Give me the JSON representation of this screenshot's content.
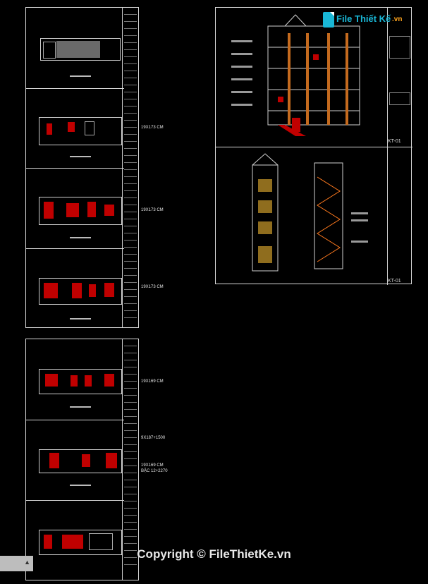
{
  "labels": {
    "plan_2": "19X173 CM",
    "plan_3": "19X173 CM",
    "plan_4": "19X173 CM",
    "plan_5": "19X169 CM",
    "plan_6a": "9X187+1500",
    "plan_6b": "19X169 CM",
    "plan_6c": "BẬC 12+2270"
  },
  "watermark": {
    "brand_a": "File",
    "brand_b": "Thiết Kế",
    "brand_c": ".vn"
  },
  "copyright": "Copyright © FileThietKe.vn",
  "sheet_codes": {
    "section": "KT-01",
    "elevation": "KT-01"
  },
  "scroll_widget": {
    "arrow": "▲"
  },
  "colors": {
    "background": "#000000",
    "border": "#d8d8d8",
    "accent_red": "#c00000",
    "brand_cyan": "#19b7d6",
    "brand_orange": "#ffa51e"
  }
}
